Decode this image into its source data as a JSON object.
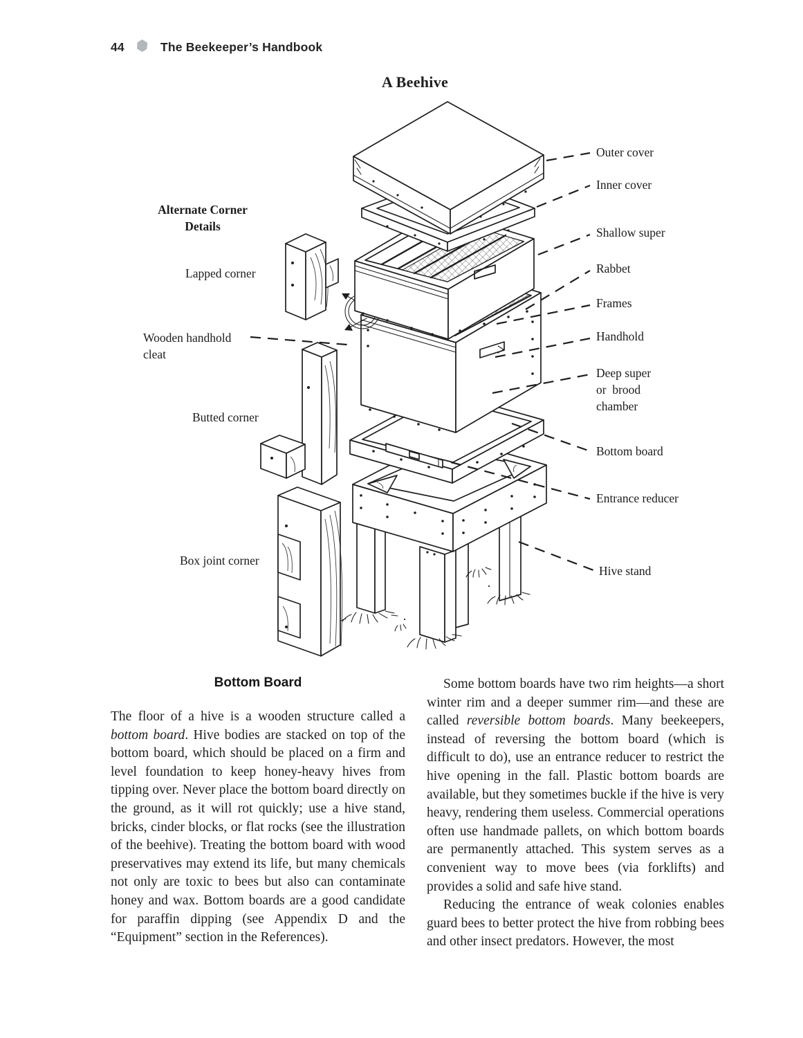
{
  "page": {
    "number": "44",
    "book_title": "The Beekeeper’s Handbook"
  },
  "figure": {
    "title": "A Beehive",
    "labels": {
      "outer_cover": "Outer cover",
      "inner_cover": "Inner cover",
      "shallow_super": "Shallow super",
      "rabbet": "Rabbet",
      "frames": "Frames",
      "handhold": "Handhold",
      "deep_super": "Deep super\nor  brood\nchamber",
      "bottom_board": "Bottom board",
      "entrance_reducer": "Entrance reducer",
      "hive_stand": "Hive stand",
      "alternate_corner_details": "Alternate Corner\nDetails",
      "lapped_corner": "Lapped corner",
      "wooden_handhold_cleat": "Wooden handhold\ncleat",
      "butted_corner": "Butted corner",
      "box_joint_corner": "Box joint corner"
    },
    "icons": {
      "header_bullet": "hexagon-bullet"
    }
  },
  "section": {
    "heading": "Bottom Board",
    "left_column": {
      "para1_segments": [
        {
          "t": "The floor of a hive is a wooden structure called a "
        },
        {
          "t": "bottom board",
          "i": true
        },
        {
          "t": ". Hive bodies are stacked on top of the bottom board, which should be placed on a firm and level foundation to keep honey-heavy hives from tipping over. Never place the bottom board directly on the ground, as it will rot quickly; use a hive stand, bricks, cinder blocks, or flat rocks (see the illustration of the beehive). Treating the bottom board with wood preservatives may extend its life, but many chemicals not only are toxic to bees but also can contaminate honey and wax. Bottom boards are a good candidate for paraffin dipping (see Appendix D and the “Equipment” section in the References)."
        }
      ]
    },
    "right_column": {
      "para1_segments": [
        {
          "t": "Some bottom boards have two rim heights—a short winter rim and a deeper summer rim—and these are called "
        },
        {
          "t": "reversible bottom boards",
          "i": true
        },
        {
          "t": ". Many beekeepers, instead of reversing the bottom board (which is difficult to do), use an entrance reducer to restrict the hive opening in the fall. Plastic bottom boards are available, but they sometimes buckle if the hive is very heavy, rendering them useless. Commercial operations often use handmade pallets, on which bottom boards are permanently attached. This system serves as a convenient way to move bees (via forklifts) and provides a solid and safe hive stand."
        }
      ],
      "para2_segments": [
        {
          "t": "Reducing the entrance of weak colonies enables guard bees to better protect the hive from robbing bees and other insect predators. However, the most"
        }
      ]
    }
  },
  "colors": {
    "ink": "#1e1e1e",
    "bullet_gray": "#b4b7ba",
    "paper": "#ffffff"
  }
}
